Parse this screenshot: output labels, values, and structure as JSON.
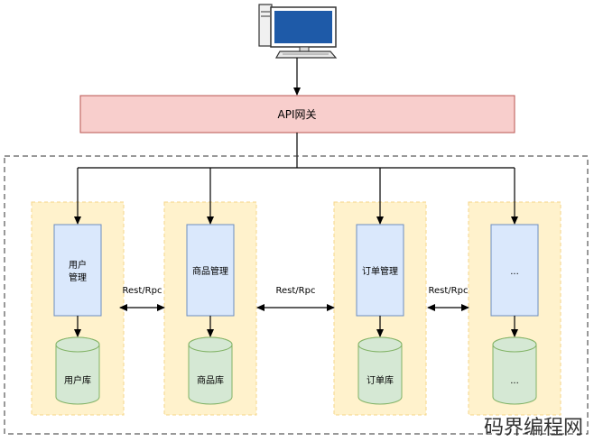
{
  "gateway": {
    "label": "API网关"
  },
  "services": [
    {
      "name": "用户管理",
      "name_lines": [
        "用户",
        "管理"
      ],
      "db": "用户库"
    },
    {
      "name": "商品管理",
      "name_lines": [
        "商品管理"
      ],
      "db": "商品库"
    },
    {
      "name": "订单管理",
      "name_lines": [
        "订单管理"
      ],
      "db": "订单库"
    },
    {
      "name": "...",
      "name_lines": [
        "..."
      ],
      "db": "..."
    }
  ],
  "links": [
    {
      "label": "Rest/Rpc"
    },
    {
      "label": "Rest/Rpc"
    },
    {
      "label": "Rest/Rpc"
    }
  ],
  "watermark": "码界编程网",
  "colors": {
    "gateway_fill": "#f8cecc",
    "gateway_stroke": "#b85450",
    "group_fill": "#fff2cc",
    "group_stroke": "#f5d68a",
    "service_fill": "#dae8fc",
    "service_stroke": "#6c8ebf",
    "db_fill": "#d5e8d4",
    "db_stroke": "#82b366"
  }
}
